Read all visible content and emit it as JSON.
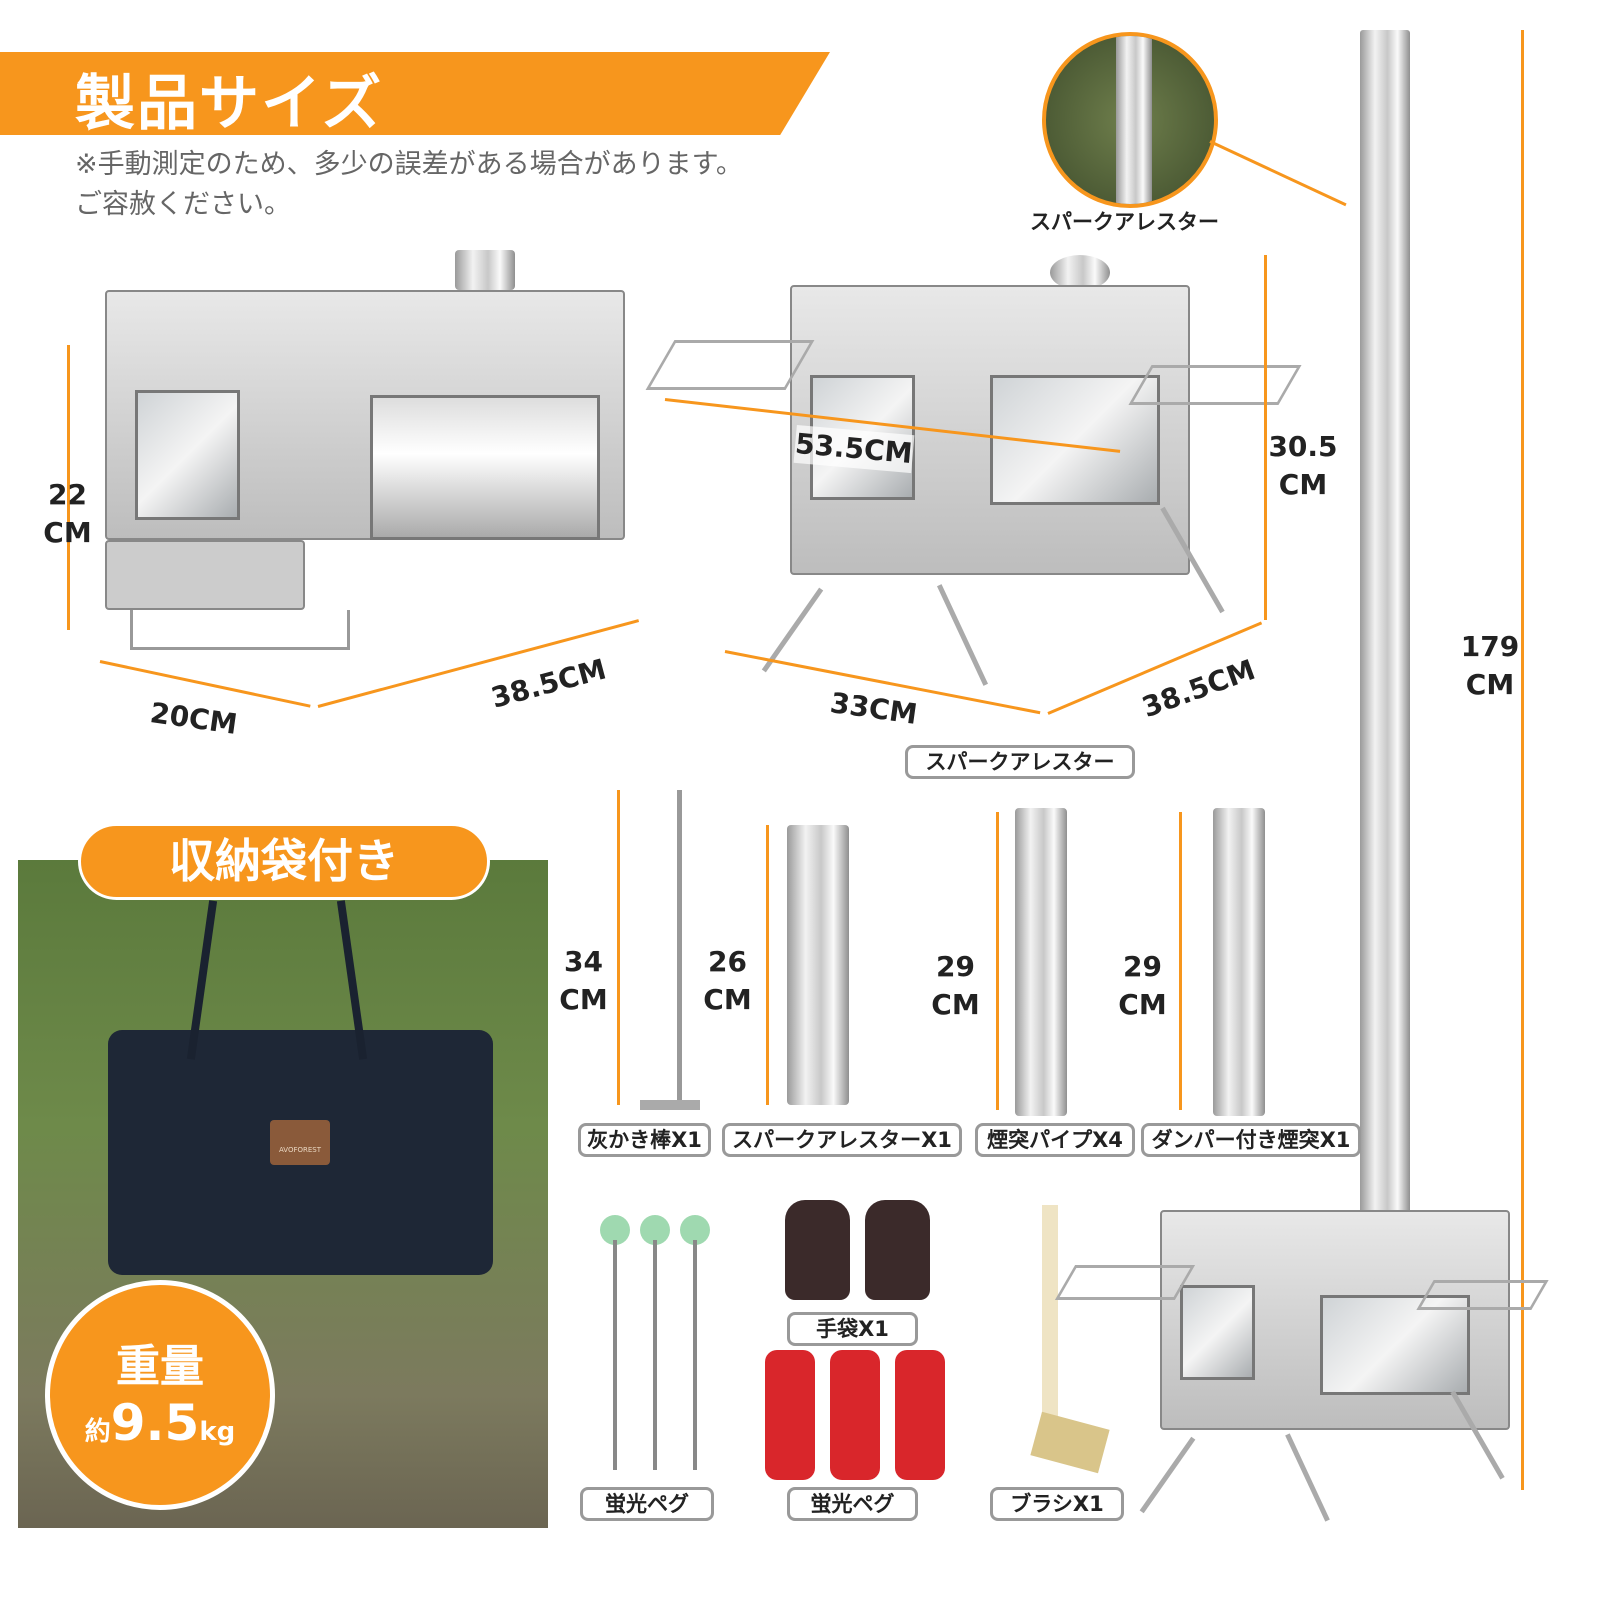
{
  "header": {
    "title": "製品サイズ",
    "note_line1": "※手動測定のため、多少の誤差がある場合があります。",
    "note_line2": "ご容赦ください。"
  },
  "colors": {
    "accent": "#f7961d",
    "label_border": "#999999",
    "text": "#222222"
  },
  "stove_compact": {
    "height": "22\nCM",
    "depth": "20CM",
    "width": "38.5CM"
  },
  "stove_open": {
    "width_with_racks": "53.5CM",
    "height": "30.5\nCM",
    "depth": "33CM",
    "width": "38.5CM"
  },
  "chimney": {
    "total_height": "179\nCM",
    "spark_arrester_callout": "スパークアレスター",
    "spark_arrester_label": "スパークアレスター"
  },
  "accessories": [
    {
      "label": "灰かき棒X1",
      "size": "34\nCM"
    },
    {
      "label": "スパークアレスターX1",
      "size": "26\nCM"
    },
    {
      "label": "煙突パイプX4",
      "size": "29\nCM"
    },
    {
      "label": "ダンパー付き煙突X1",
      "size": "29\nCM"
    }
  ],
  "bag": {
    "badge": "収納袋付き",
    "weight_label": "重量",
    "weight_prefix": "約",
    "weight_value": "9.5",
    "weight_unit": "kg",
    "logo": "AVOFOREST"
  },
  "extras": [
    {
      "label": "蛍光ペグ"
    },
    {
      "label": "手袋X1"
    },
    {
      "label": "蛍光ペグ"
    },
    {
      "label": "ブラシX1"
    }
  ]
}
